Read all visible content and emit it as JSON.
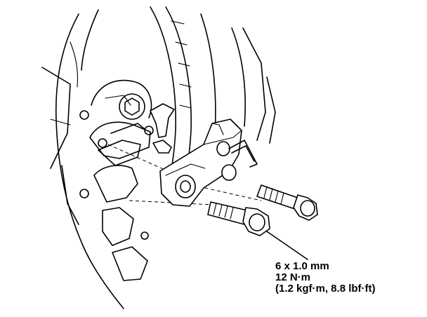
{
  "torque_spec": {
    "bolt_size": "6 x 1.0 mm",
    "torque_nm": "12 N·m",
    "torque_alt": "(1.2 kgf·m, 8.8 lbf·ft)"
  }
}
